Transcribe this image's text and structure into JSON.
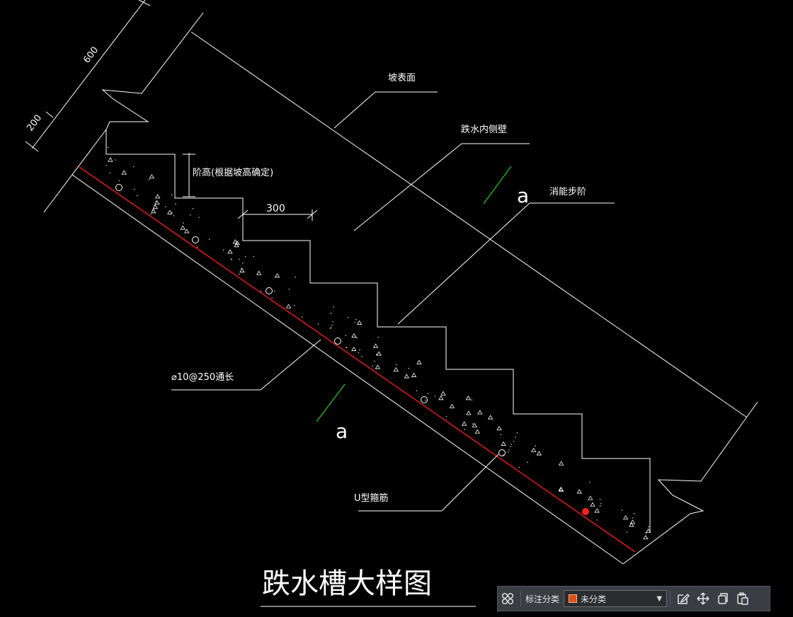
{
  "drawing": {
    "title": "跌水槽大样图",
    "colors": {
      "background": "#000000",
      "lines": "#ffffff",
      "rebar": "#ff2020",
      "section_marks": "#22cc22",
      "highlight_dot": "#ff2020"
    },
    "dimensions": {
      "top": "600",
      "left": "200",
      "tread": "300"
    },
    "labels": {
      "slope_surface": "坡表面",
      "inner_wall": "跌水内侧壁",
      "energy_step": "消能步阶",
      "step_height": "阶高(根据坡高确定)",
      "rebar": "⌀10@250通长",
      "u_rebar": "U型箍筋"
    },
    "section_mark": "a"
  },
  "toolbar": {
    "label": "标注分类",
    "select_value": "未分类",
    "swatch_color": "#e0501a",
    "icons": [
      "grid-icon",
      "edit-icon",
      "move-icon",
      "copy-icon",
      "paste-icon"
    ]
  }
}
